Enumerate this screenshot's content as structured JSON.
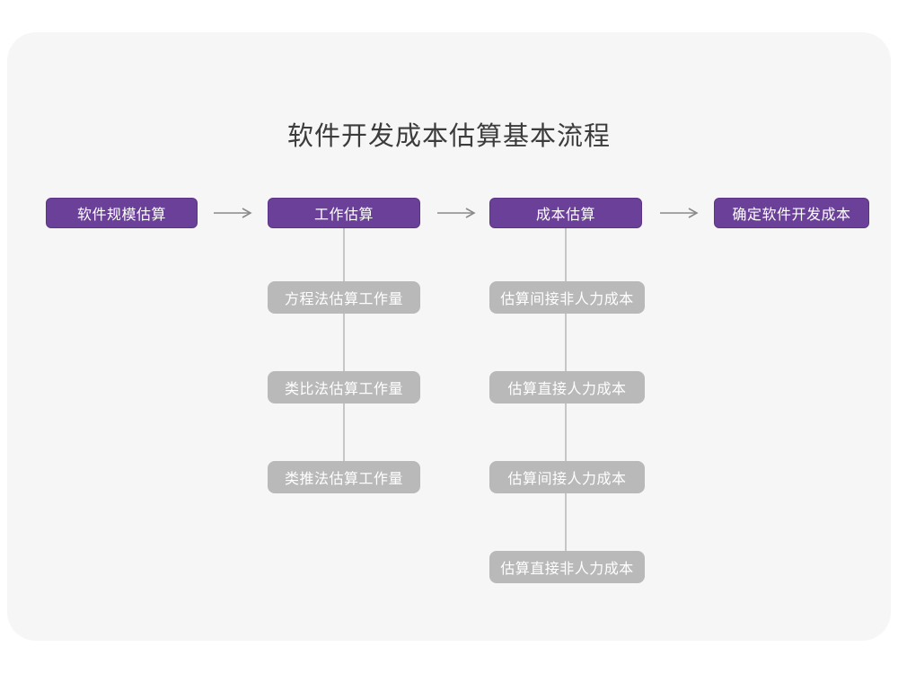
{
  "title": "软件开发成本估算基本流程",
  "colors": {
    "canvas": "#f6f6f7",
    "primary": "#6b4099",
    "primary_border": "#5b3488",
    "secondary": "#b9b9b9",
    "connector": "#c6c6c6",
    "arrow": "#8a8a8a",
    "title_text": "#3c3c3c",
    "node_text": "#ffffff"
  },
  "flow": {
    "stages": [
      {
        "label": "软件规模估算",
        "children": []
      },
      {
        "label": "工作估算",
        "children": [
          "方程法估算工作量",
          "类比法估算工作量",
          "类推法估算工作量"
        ]
      },
      {
        "label": "成本估算",
        "children": [
          "估算间接非人力成本",
          "估算直接人力成本",
          "估算间接人力成本",
          "估算直接非人力成本"
        ]
      },
      {
        "label": "确定软件开发成本",
        "children": []
      }
    ]
  }
}
